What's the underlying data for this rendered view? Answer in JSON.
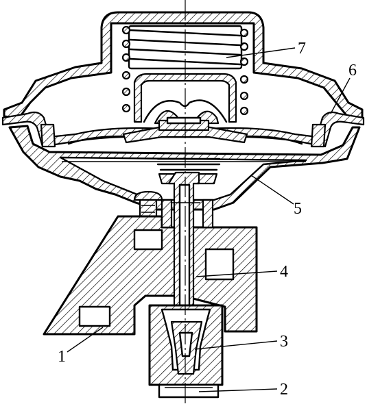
{
  "figure": {
    "callouts": [
      "1",
      "2",
      "3",
      "4",
      "5",
      "6",
      "7"
    ]
  }
}
